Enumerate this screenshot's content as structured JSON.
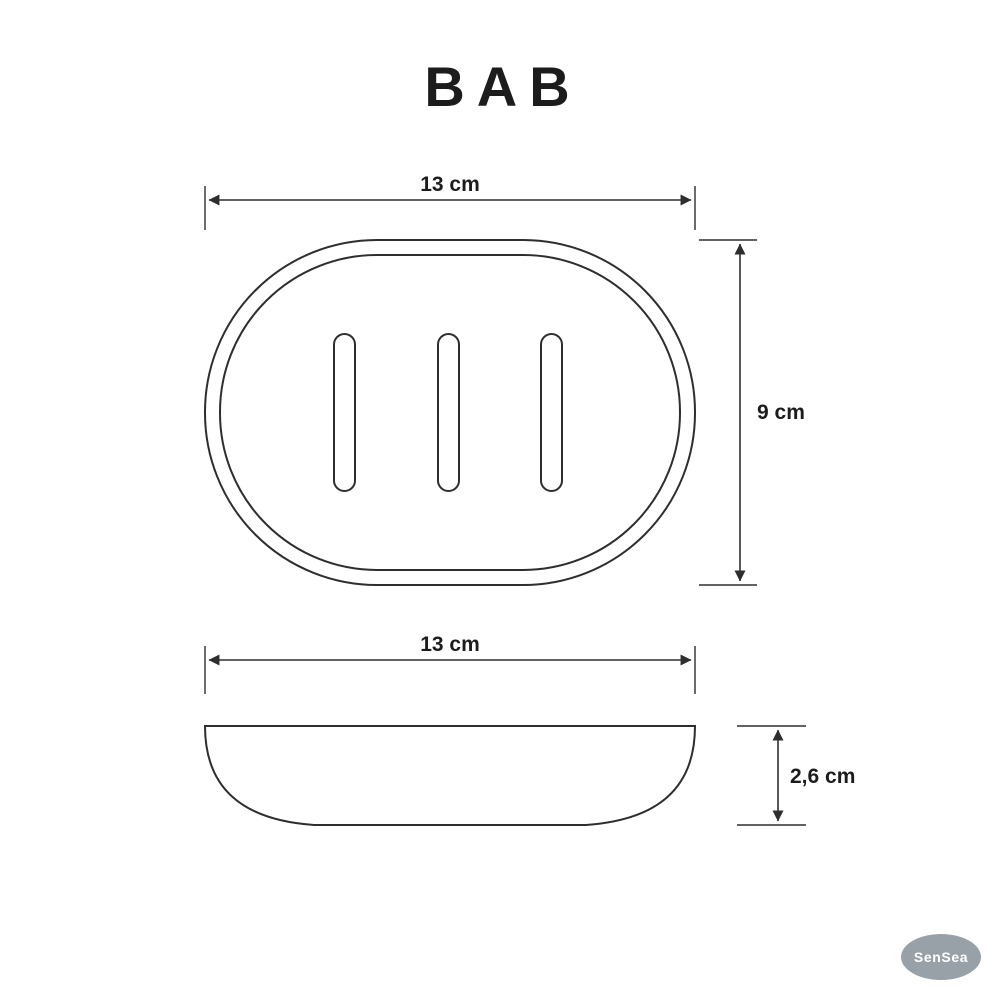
{
  "title": "BAB",
  "views": {
    "top": {
      "width_label": "13 cm",
      "height_label": "9 cm"
    },
    "side": {
      "width_label": "13 cm",
      "height_label": "2,6 cm"
    }
  },
  "brand": {
    "name": "SenSea"
  },
  "colors": {
    "line": "#2e2e2e",
    "text": "#1c1c1c",
    "badge": "#98a1a7"
  }
}
